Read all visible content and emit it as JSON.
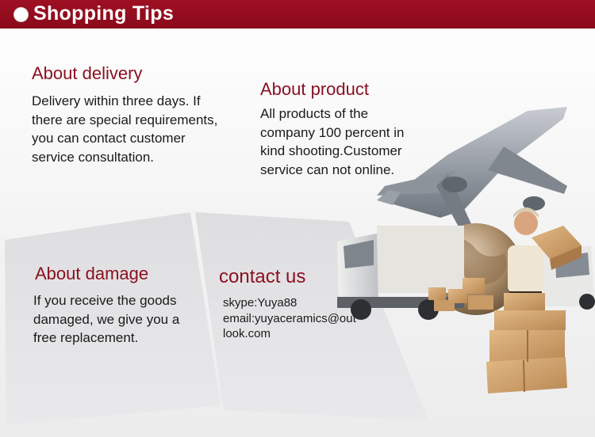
{
  "header": {
    "title": "Shopping Tips"
  },
  "sections": {
    "delivery": {
      "heading": "About delivery",
      "text": "Delivery within three days.  If\nthere are special requirements,\nyou can contact customer\nservice consultation."
    },
    "product": {
      "heading": "About product",
      "text": "All products of the\ncompany 100 percent in\nkind shooting.Customer\nservice can not online."
    },
    "damage": {
      "heading": "About damage",
      "text": "If you receive the goods\ndamaged, we give you a\nfree replacement."
    },
    "contact": {
      "heading": "contact us",
      "skype": "skype:Yuya88",
      "email_line1": "email:yuyaceramics@out",
      "email_line2": "look.com"
    }
  },
  "colors": {
    "header_bg": "#8a0a1b",
    "heading": "#8b1020",
    "text": "#1a1a1a",
    "panel": "#e4e4e6"
  },
  "illustration": {
    "icons": [
      "airplane-icon",
      "globe-icon",
      "truck-icon",
      "van-icon",
      "delivery-man-icon",
      "cardboard-box-icon"
    ]
  }
}
